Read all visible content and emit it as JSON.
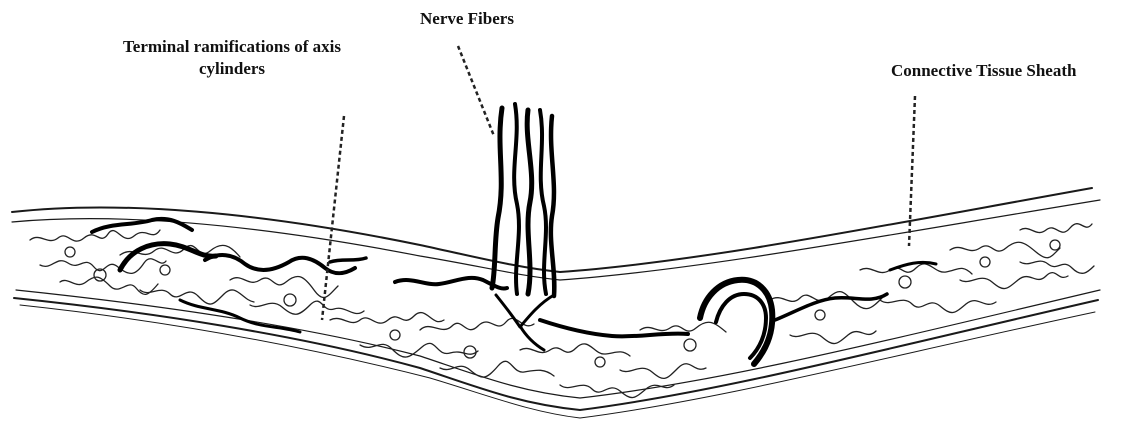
{
  "labels": {
    "nerve_fibers": "Nerve Fibers",
    "terminal_line1": "Terminal ramifications of axis",
    "terminal_line2": "cylinders",
    "connective_tissue": "Connective Tissue Sheath"
  }
}
